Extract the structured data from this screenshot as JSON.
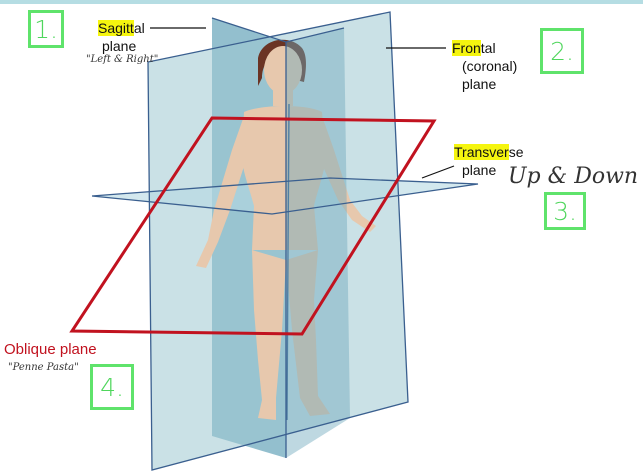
{
  "colors": {
    "top_rule": "#b5dde3",
    "sagittal_plane": "#6fa9bd",
    "frontal_plane": "#9fc9d2",
    "transverse_plane": "#b5d9e3",
    "plane_edge": "#3a5f8f",
    "oblique_plane": "#c1121f",
    "skin": "#e7c8ad",
    "hair": "#6b3424",
    "badge_green": "#5fe36b"
  },
  "labels": {
    "sagittal": {
      "highlight": "Sagitt",
      "rest": "al",
      "line2": "plane"
    },
    "frontal": {
      "highlight": "Fron",
      "rest": "tal",
      "line2": "(coronal)",
      "line3": "plane"
    },
    "transverse": {
      "highlight": "Transver",
      "rest": "se",
      "line2": "plane"
    },
    "oblique": "Oblique plane"
  },
  "notes": {
    "left_right": "\"Left & Right\"",
    "up_down": "Up & Down",
    "penne": "\"Penne Pasta\""
  },
  "badges": {
    "one": "1.",
    "two": "2.",
    "three": "3.",
    "four": "4."
  }
}
